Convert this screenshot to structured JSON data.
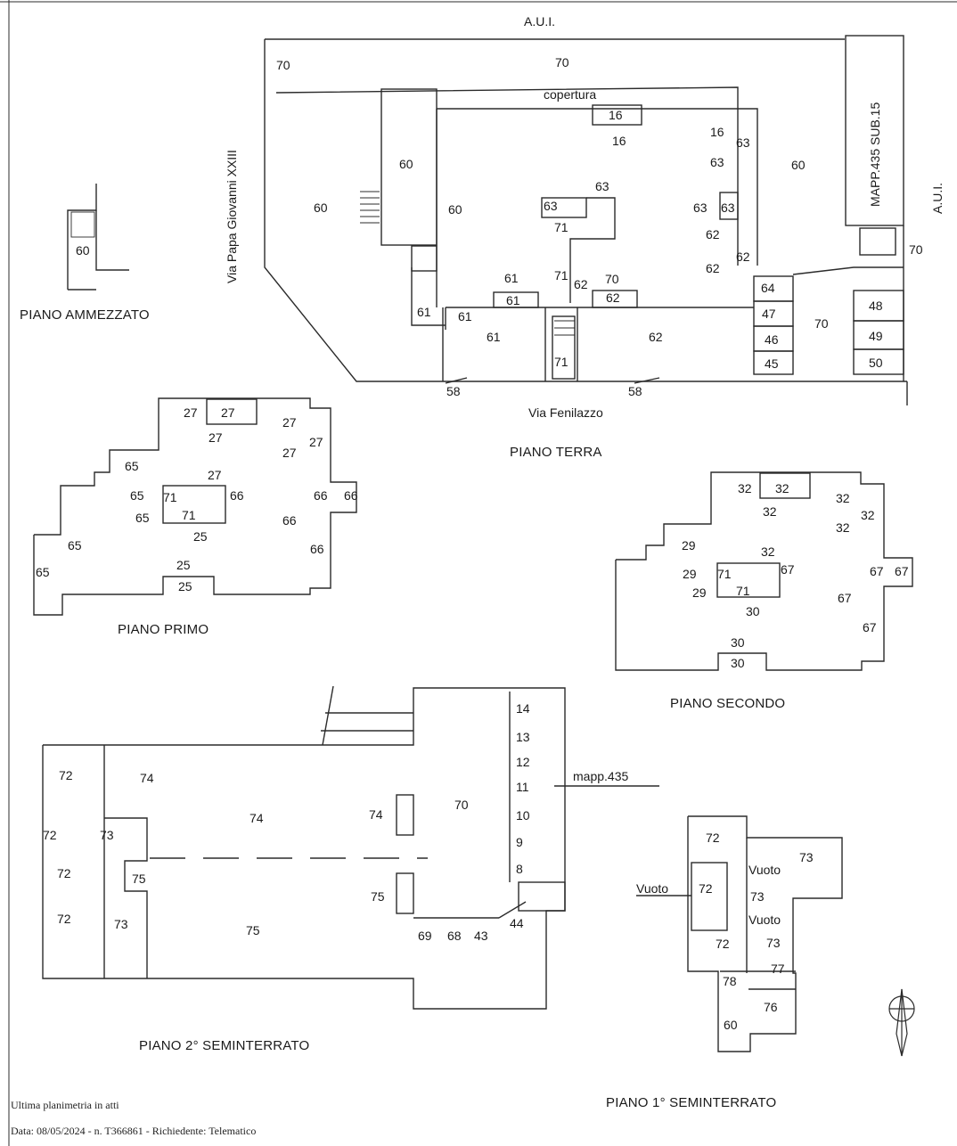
{
  "plan": {
    "aui_top": "A.U.I.",
    "aui_right": "A.U.I.",
    "street_west": "Via Papa Giovanni XXIII",
    "street_south": "Via Fenilazzo",
    "mapp_sub": "MAPP.435 SUB.15",
    "mapp_bottom": "mapp.435",
    "copertura": "copertura",
    "vuoto": "Vuoto",
    "north_symbol": "north-arrow-icon",
    "line_color": "#2b2b2b"
  },
  "floors": {
    "ammezzato": "PIANO AMMEZZATO",
    "terra": "PIANO TERRA",
    "primo": "PIANO PRIMO",
    "secondo": "PIANO SECONDO",
    "sem2": "PIANO 2° SEMINTERRATO",
    "sem1": "PIANO 1° SEMINTERRATO"
  },
  "footer": {
    "line1": "Ultima planimetria in atti",
    "line2": "Data: 08/05/2024 - n. T366861 - Richiedente: Telematico"
  },
  "labels": {
    "ammezzato": [
      "60"
    ],
    "terra": [
      "70",
      "70",
      "60",
      "60",
      "60",
      "16",
      "16",
      "16",
      "63",
      "63",
      "63",
      "63",
      "63",
      "63",
      "71",
      "71",
      "71",
      "61",
      "61",
      "61",
      "61",
      "61",
      "60",
      "70",
      "62",
      "62",
      "62",
      "62",
      "62",
      "62",
      "64",
      "47",
      "46",
      "45",
      "70",
      "48",
      "49",
      "50",
      "58",
      "58",
      "70"
    ],
    "primo": [
      "27",
      "27",
      "27",
      "27",
      "27",
      "27",
      "27",
      "65",
      "65",
      "65",
      "71",
      "71",
      "66",
      "66",
      "66",
      "66",
      "66",
      "65",
      "25",
      "25",
      "25",
      "65"
    ],
    "secondo": [
      "32",
      "32",
      "32",
      "32",
      "32",
      "32",
      "29",
      "29",
      "29",
      "32",
      "71",
      "71",
      "67",
      "67",
      "67",
      "67",
      "67",
      "30",
      "30",
      "30"
    ],
    "sem2": [
      "72",
      "74",
      "74",
      "74",
      "70",
      "72",
      "73",
      "72",
      "72",
      "75",
      "75",
      "73",
      "75",
      "14",
      "13",
      "12",
      "11",
      "10",
      "9",
      "8",
      "69",
      "68",
      "43",
      "44"
    ],
    "sem1": [
      "72",
      "73",
      "72",
      "73",
      "73",
      "72",
      "77",
      "78",
      "76",
      "60"
    ]
  }
}
